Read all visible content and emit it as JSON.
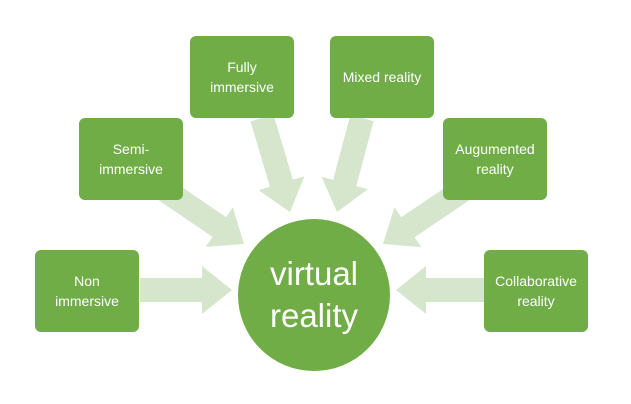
{
  "colors": {
    "box_fill": "#70ad47",
    "arrow_fill": "#d5e6cc",
    "text": "#ffffff"
  },
  "hub": {
    "label": "virtual\nreality"
  },
  "nodes": [
    {
      "id": "non-immersive",
      "label": "Non\nimmersive"
    },
    {
      "id": "semi-immersive",
      "label": "Semi-\nimmersive"
    },
    {
      "id": "fully-immersive",
      "label": "Fully\nimmersive"
    },
    {
      "id": "mixed-reality",
      "label": "Mixed reality"
    },
    {
      "id": "augmented-reality",
      "label": "Augumented\nreality"
    },
    {
      "id": "collaborative-reality",
      "label": "Collaborative\nreality"
    }
  ]
}
